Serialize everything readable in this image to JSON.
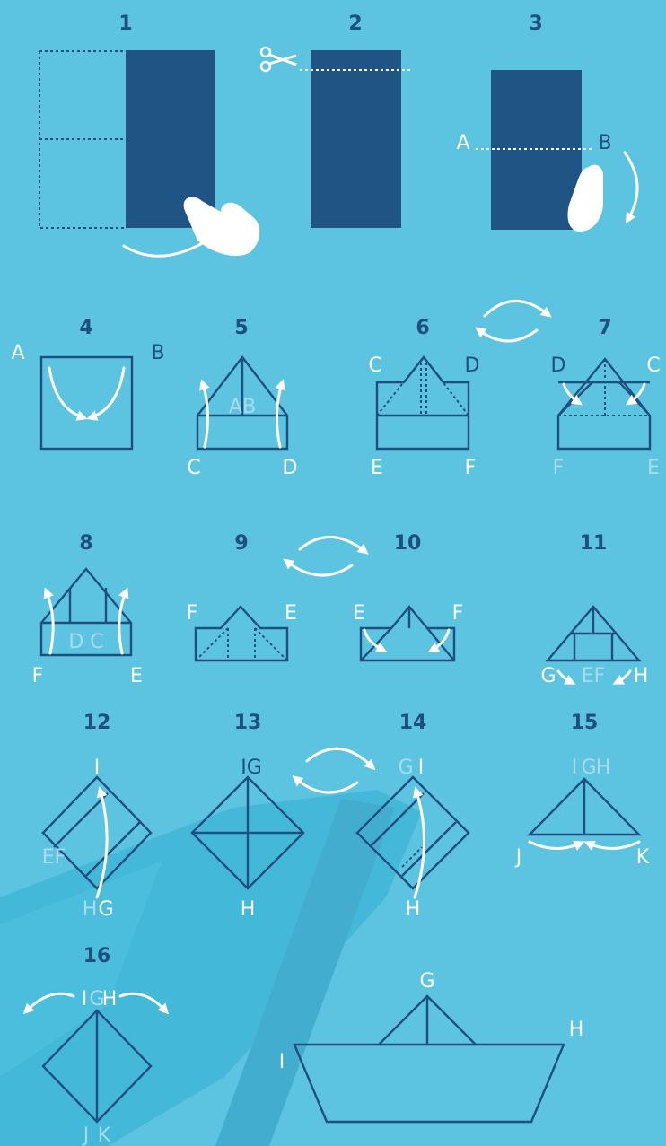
{
  "steps": {
    "s1": "1",
    "s2": "2",
    "s3": "3",
    "s4": "4",
    "s5": "5",
    "s6": "6",
    "s7": "7",
    "s8": "8",
    "s9": "9",
    "s10": "10",
    "s11": "11",
    "s12": "12",
    "s13": "13",
    "s14": "14",
    "s15": "15",
    "s16": "16"
  },
  "labels": {
    "step3": {
      "a": "A",
      "b": "B"
    },
    "step4": {
      "a": "A",
      "b": "B"
    },
    "step5": {
      "ab": "AB",
      "c": "C",
      "d": "D"
    },
    "step6": {
      "c": "C",
      "d": "D",
      "e": "E",
      "f": "F"
    },
    "step7": {
      "d": "D",
      "c": "C",
      "f": "F",
      "e": "E"
    },
    "step8": {
      "dc": "D C",
      "f": "F",
      "e": "E"
    },
    "step9": {
      "f": "F",
      "e": "E"
    },
    "step10": {
      "e": "E",
      "f": "F"
    },
    "step11": {
      "g": "G",
      "ef": "EF",
      "h": "H"
    },
    "step12": {
      "i": "I",
      "ef": "EF",
      "h": "H",
      "g": "G"
    },
    "step13": {
      "ig": "IG",
      "h": "H"
    },
    "step14": {
      "g": "G",
      "i": "I",
      "h": "H"
    },
    "step15": {
      "i": "I",
      "g": "G",
      "h": "H",
      "j": "J",
      "k": "K"
    },
    "step16": {
      "i": "I",
      "g": "G",
      "h": "H",
      "j": "J",
      "k": "K"
    },
    "final": {
      "g": "G",
      "i": "I",
      "h": "H"
    }
  },
  "colors": {
    "background": "#5cc3e0",
    "line": "#1e4f80",
    "paper": "#1f5485",
    "white": "#ffffff",
    "faded": "#a9dbef"
  }
}
